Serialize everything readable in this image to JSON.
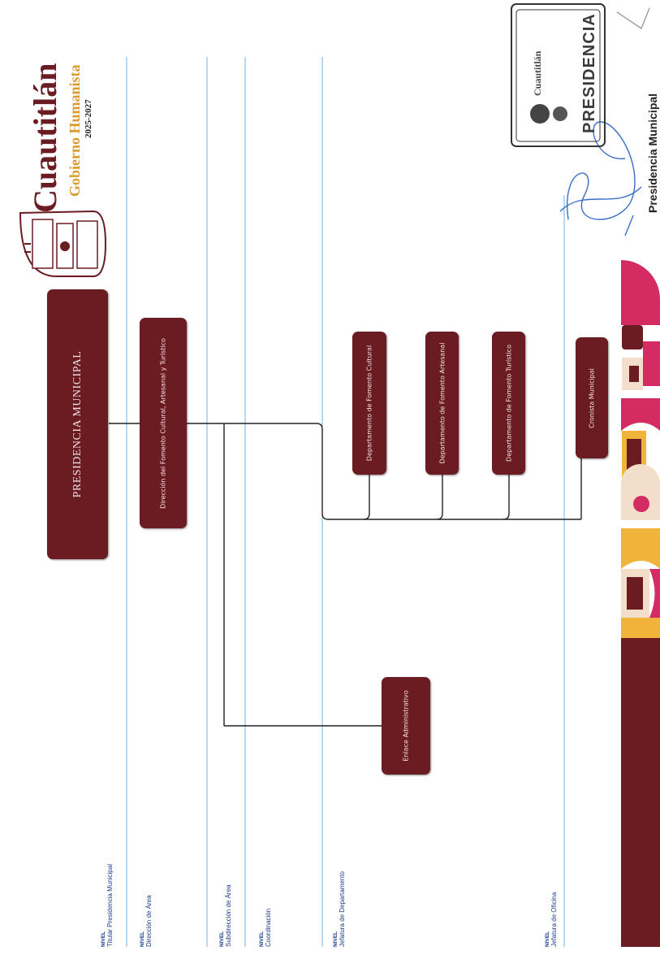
{
  "brand": {
    "name": "Cuautitlán",
    "subtitle": "Gobierno Humanista",
    "years": "2025-2027",
    "emblem_icon": "municipal-coat-of-arms-icon"
  },
  "levels": [
    {
      "caption": "NIVEL",
      "name": "Titular Presidencia Municipal"
    },
    {
      "caption": "NIVEL",
      "name": "Dirección de Área"
    },
    {
      "caption": "NIVEL",
      "name": "Subdirección de Área"
    },
    {
      "caption": "NIVEL",
      "name": "Coordinación"
    },
    {
      "caption": "NIVEL",
      "name": "Jefatura de Departamento"
    },
    {
      "caption": "NIVEL",
      "name": "Jefatura de Oficina"
    }
  ],
  "org": {
    "root": "PRESIDENCIA MUNICIPAL",
    "direction": "Dirección del Fomento Cultural, Artesanal y Turístico",
    "admin_link": "Enlace Administrativo",
    "departments": [
      "Departamento de Fomento Cultural",
      "Departamento de Fomento Artesanal",
      "Departamento de Fomento Turístico"
    ],
    "office": "Cronista Municipal"
  },
  "stamp": {
    "text": "PRESIDENCIA",
    "inner": "Cuautitlán"
  },
  "footer": {
    "label": "Presidencia Municipal"
  },
  "colors": {
    "maroon": "#6b1c22",
    "magenta": "#d42b63",
    "gold": "#f0b43a",
    "level_blue": "#1d3c8c",
    "rule": "#6fb0dd"
  }
}
